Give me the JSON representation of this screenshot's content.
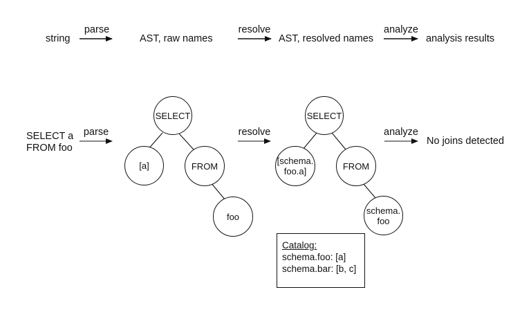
{
  "pipeline": {
    "input": "string",
    "parse": "parse",
    "ast_raw": "AST, raw names",
    "resolve": "resolve",
    "ast_resolved": "AST, resolved names",
    "analyze": "analyze",
    "results": "analysis results"
  },
  "example": {
    "query_line1": "SELECT a",
    "query_line2": "FROM foo",
    "parse": "parse",
    "resolve": "resolve",
    "analyze": "analyze",
    "result": "No joins detected"
  },
  "raw_tree": {
    "select": "SELECT",
    "col_a": "[a]",
    "from": "FROM",
    "foo": "foo"
  },
  "resolved_tree": {
    "select": "SELECT",
    "col_line1": "[schema.",
    "col_line2": "foo.a]",
    "from": "FROM",
    "table_line1": "schema.",
    "table_line2": "foo"
  },
  "catalog": {
    "title": "Catalog:",
    "entries": [
      "schema.foo: [a]",
      "schema.bar: [b, c]"
    ]
  },
  "colors": {
    "stroke": "#111111",
    "background": "#ffffff"
  }
}
